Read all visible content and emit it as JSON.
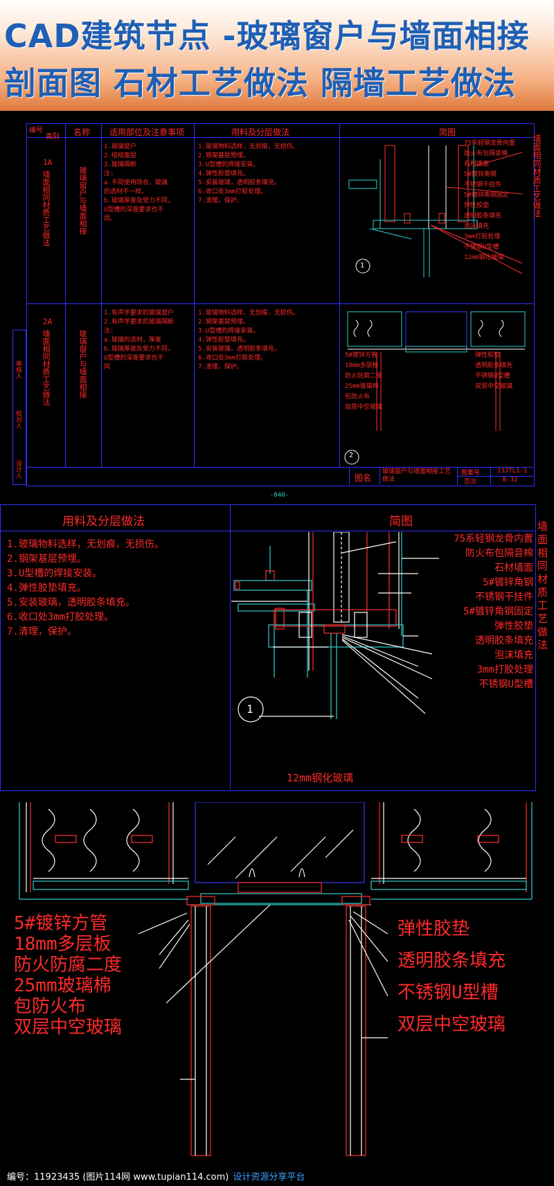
{
  "banner": {
    "line1": "CAD建筑节点 -玻璃窗户与墙面相接",
    "line2": "剖面图 石材工艺做法 隔墙工艺做法"
  },
  "sheet": {
    "headers": {
      "number": "编号",
      "category": "类别",
      "name": "名称",
      "scope": "适用部位及注意事项",
      "materials": "用料及分层做法",
      "diagram": "简图"
    },
    "side_note": "墙面相同材质工艺做法",
    "rows": [
      {
        "code": "1A",
        "category": "墙面相同材质工艺做法",
        "name": "玻璃窗户与墙面相接",
        "scope": [
          "1.玻璃窗户",
          "2.结结面层",
          "3.玻璃隔断",
          "注:",
          "a.不同使用场合，玻璃",
          "  的选材不一样。",
          "b.玻璃厚度及受力不同，",
          "  U型槽的深度要求也不",
          "  同。"
        ],
        "materials": [
          "1.玻璃物料选样，无划痕，无损伤。",
          "2.钢架基层预埋。",
          "3.U型槽的焊接安装。",
          "4.弹性胶垫填充。",
          "5.安装玻璃，透明胶条填充。",
          "6.收口处3mm打胶处理。",
          "7.清理，保护。"
        ],
        "labels": [
          "75系轻钢龙骨内置",
          "防火布包隔音棉",
          "石材墙面",
          "5#镀锌角钢",
          "不锈钢干挂件",
          "5#镀锌角钢固定",
          "弹性胶垫",
          "透明胶条填充",
          "泡沫填充",
          "3mm打胶处理",
          "不锈钢U型槽",
          "12mm钢化玻璃"
        ],
        "circle": "1"
      },
      {
        "code": "2A",
        "category": "墙面相同材质工艺做法",
        "name": "玻璃窗户与墙面相接",
        "scope": [
          "1.有声学要求的玻璃窗户",
          "2.有声学要求的玻璃隔断",
          "注:",
          "a.玻璃的选材，厚度",
          "b.玻璃厚度及受力不同，",
          "  U型槽的深度要求也不",
          "  同"
        ],
        "materials": [
          "1.玻璃物料选样，无划痕，无损伤。",
          "2.钢架基层预埋。",
          "3.U型槽的焊接安装。",
          "4.弹性胶垫填充。",
          "5.安装玻璃，透明胶条填充。",
          "6.收口处3mm打胶处理。",
          "7.清理，保护。"
        ],
        "labels_left": [
          "5#镀锌方管",
          "18mm多层板",
          "防火防腐二度",
          "25mm玻璃棉",
          "包防火布",
          "双层中空玻璃"
        ],
        "labels_right": [
          "弹性胶垫",
          "透明胶条填充",
          "不锈钢U型槽",
          "双层中空玻璃"
        ],
        "circle": "2"
      }
    ],
    "left_strip": [
      "审核人",
      "校对人",
      "设计人"
    ],
    "title_block": {
      "label_name": "图名",
      "name_value": "玻璃窗户与墙面相接工艺做法",
      "label_set": "图集号",
      "set_value": "13JTL1-1",
      "label_page": "页次",
      "page_value": "B-32"
    },
    "page_no": "-040-"
  },
  "detail1": {
    "header_left": "用料及分层做法",
    "header_right": "简图",
    "steps": [
      "1.玻璃物料选样，无划痕，无损伤。",
      "2.钢架基层预埋。",
      "3.U型槽的焊接安装。",
      "4.弹性胶垫填充。",
      "5.安装玻璃，透明胶条填充。",
      "6.收口处3mm打胶处理。",
      "7.清理，保护。"
    ],
    "labels": [
      "75系轻钢龙骨内置",
      "防火布包隔音棉",
      "石材墙面",
      "5#镀锌角钢",
      "不锈钢干挂件",
      "5#镀锌角钢固定",
      "弹性胶垫",
      "透明胶条填充",
      "泡沫填充",
      "3mm打胶处理",
      "不锈钢U型槽"
    ],
    "bottom_label": "12mm钢化玻璃",
    "circle": "1",
    "side_note": "墙面相同材质工艺做法"
  },
  "detail2": {
    "labels_left": [
      "5#镀锌方管",
      "18mm多层板",
      "防火防腐二度",
      "25mm玻璃棉",
      "包防火布",
      "双层中空玻璃"
    ],
    "labels_right": [
      "弹性胶垫",
      "透明胶条填充",
      "不锈钢U型槽",
      "双层中空玻璃"
    ]
  },
  "footer": {
    "text": "编号：11923435 (图片114网 www.tupian114.com)",
    "tag": "设计资源分享平台"
  }
}
